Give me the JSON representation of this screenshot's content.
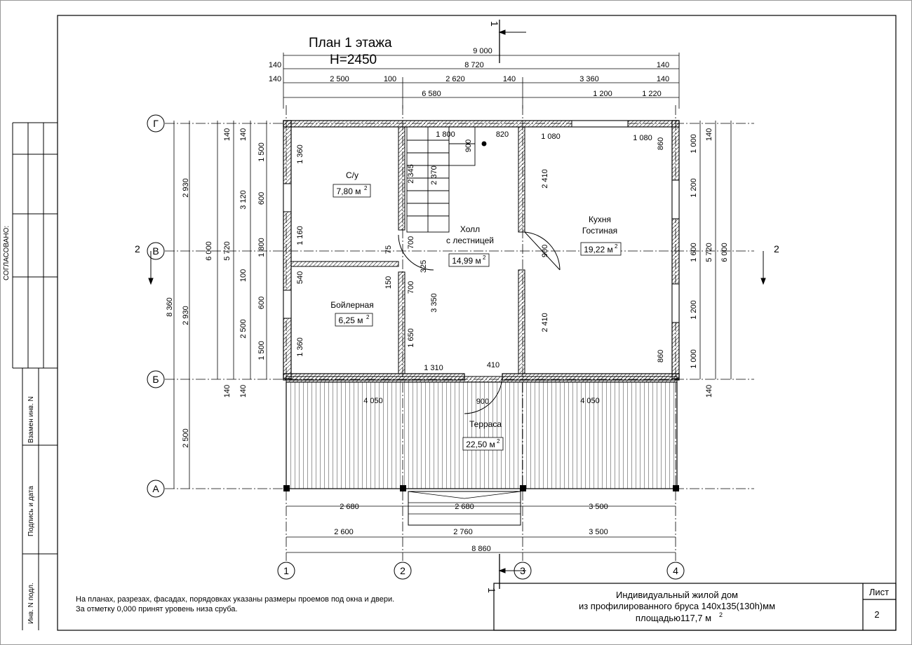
{
  "sheet": {
    "title_line1": "План 1 этажа",
    "title_line2": "Н=2450",
    "note_line1": "На планах, разрезах, фасадах, порядовках указаны размеры проемов под окна и двери.",
    "note_line2": "За отметку 0,000 принят уровень низа сруба.",
    "stamp_line1": "Индивидуальный жилой дом",
    "stamp_line2": "из профилированного бруса 140x135(130h)мм",
    "stamp_line3_prefix": "площадью117,7 м",
    "stamp_sup": "2",
    "sheet_label": "Лист",
    "sheet_number": "2"
  },
  "side_stamp": {
    "agreed": "СОГЛАСОВАНО:",
    "replace_inv": "Взамен инв. N",
    "sign_date": "Подпись и дата",
    "inv_orig": "Инв. N подл."
  },
  "axes": {
    "rows": [
      "Г",
      "В",
      "Б",
      "А"
    ],
    "cols": [
      "1",
      "2",
      "3",
      "4"
    ]
  },
  "sections": {
    "s1": "1",
    "s2": "2"
  },
  "rooms": [
    {
      "name": "С/у",
      "area": "7,80 м",
      "sup": "2"
    },
    {
      "name": "Холл",
      "name2": "с лестницей",
      "area": "14,99 м",
      "sup": "2"
    },
    {
      "name": "Кухня",
      "name2": "Гостиная",
      "area": "19,22 м",
      "sup": "2"
    },
    {
      "name": "Бойлерная",
      "area": "6,25 м",
      "sup": "2"
    },
    {
      "name": "Терраса",
      "area": "22,50 м",
      "sup": "2"
    }
  ],
  "dims": {
    "top": [
      "9 000",
      "140",
      "8 720",
      "140",
      "140",
      "2 500",
      "100",
      "2 620",
      "140",
      "3 360",
      "140",
      "6 580",
      "1 200",
      "1 220"
    ],
    "left": [
      "2 930",
      "8 360",
      "2 930",
      "2 500",
      "6 000",
      "5 720",
      "3 120",
      "100",
      "2 500",
      "140",
      "140",
      "1 500",
      "600",
      "1 800",
      "600",
      "1 500",
      "140",
      "140"
    ],
    "right": [
      "1 000",
      "1 200",
      "1 600",
      "1 200",
      "1 000",
      "140",
      "140",
      "5 720",
      "6 000"
    ],
    "bottom": [
      "2 680",
      "2 680",
      "3 500",
      "2 600",
      "2 760",
      "3 500",
      "8 860"
    ],
    "inner": [
      "1 360",
      "1 160",
      "540",
      "1 360",
      "75",
      "700",
      "325",
      "150",
      "700",
      "3 350",
      "1 650",
      "2 345",
      "2 370",
      "900",
      "1 800",
      "820",
      "1 080",
      "1 080",
      "860",
      "2 410",
      "900",
      "2 410",
      "860",
      "1 310",
      "410",
      "4 050",
      "900",
      "4 050"
    ]
  }
}
